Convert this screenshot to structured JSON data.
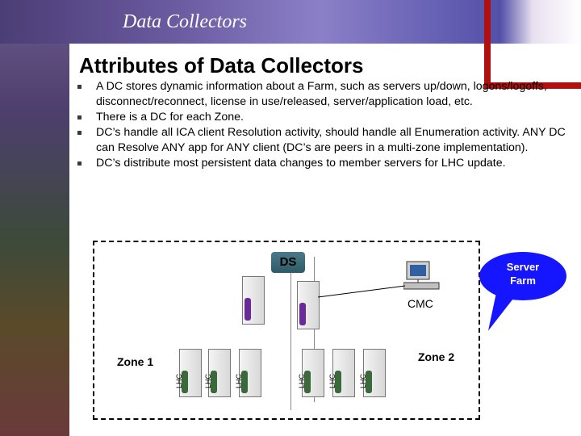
{
  "header": {
    "title": "Data Collectors"
  },
  "slide": {
    "title": "Attributes of Data Collectors",
    "bullets": [
      "A DC stores dynamic information about a Farm, such as servers up/down, logons/logoffs, disconnect/reconnect, license in use/released, server/application load, etc.",
      "There is a DC for each Zone.",
      "DC’s handle all ICA client Resolution activity, should handle all Enumeration activity. ANY DC can Resolve ANY app for ANY client (DC’s are peers in a multi-zone implementation).",
      "DC’s distribute most persistent data changes to member servers for LHC update."
    ]
  },
  "diagram": {
    "ds_label": "DS",
    "cmc_label": "CMC",
    "zone1_label": "Zone 1",
    "zone2_label": "Zone 2",
    "callout_line1": "Server",
    "callout_line2": "Farm",
    "server_tag": "LHC",
    "colors": {
      "dc_tag": "#6a2a9a",
      "lhc_tag": "#3a6a3a",
      "callout": "#1515ff"
    }
  }
}
